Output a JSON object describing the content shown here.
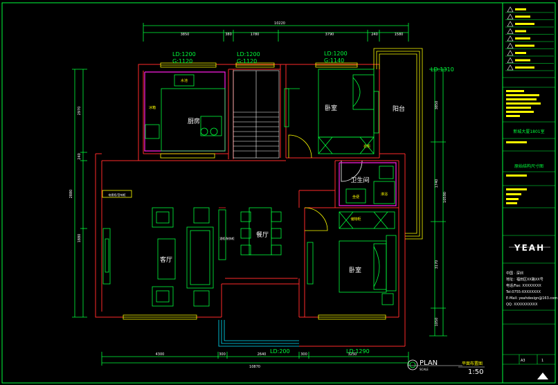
{
  "dimensions": {
    "top_total": "10220",
    "top_segments": [
      "3850",
      "380",
      "1780",
      "3790",
      "240",
      "1580"
    ],
    "bottom_segments": [
      "4300",
      "300",
      "2640",
      "300",
      "3250"
    ],
    "bottom_total": "10870",
    "left_segments": [
      "2970",
      "240",
      "2880",
      "1880"
    ],
    "right_segments": [
      "3850",
      "1740",
      "3170",
      "1050"
    ],
    "right_total": "10590"
  },
  "windows": [
    {
      "ld": "LD:1200",
      "g": "G:1120"
    },
    {
      "ld": "LD:1200",
      "g": "G:1120"
    },
    {
      "ld": "LD:1200",
      "g": "G:1140"
    },
    {
      "ld": "LD:1310"
    },
    {
      "ld": "LD:200"
    },
    {
      "ld": "LD:1290"
    }
  ],
  "rooms": {
    "kitchen": "厨房",
    "bedroom_north": "卧室",
    "balcony": "阳台",
    "bathroom": "卫生间",
    "living": "客厅",
    "dining": "餐厅",
    "bedroom_south": "卧室"
  },
  "furniture_labels": {
    "sink": "水池",
    "fridge": "冰箱",
    "wardrobe": "衣柜",
    "tv_cabinet": "电视柜/音响柜",
    "wine_cabinet": "酒柜/装饰柜",
    "toilet": "坐便",
    "shower": "淋浴",
    "storage": "储物柜"
  },
  "plan_title": {
    "label": "PLAN",
    "sub": "SCALE",
    "name": "平面布置图",
    "scale": "1:50"
  },
  "title_block": {
    "project": "新城大厦1801室",
    "drawing_name": "原始结构尺寸图",
    "logo": "YEAH",
    "company_lines": [
      "中国 · 深圳",
      "地址：福田区XX路XX号",
      "电话/Fax: XXXXXXXX",
      "Tel:0755-XXXXXXXX",
      "E-Mail: yeahdesign@163.com",
      "QQ: XXXXXXXXXX"
    ],
    "sheet_no": "A3",
    "page": "1"
  },
  "colors": {
    "background": "#000000",
    "wall_red": "#ff2a2a",
    "green": "#00ff3c",
    "yellow": "#ffff00",
    "magenta": "#ff1ee6",
    "cyan": "#00e5ff",
    "white": "#ffffff"
  }
}
